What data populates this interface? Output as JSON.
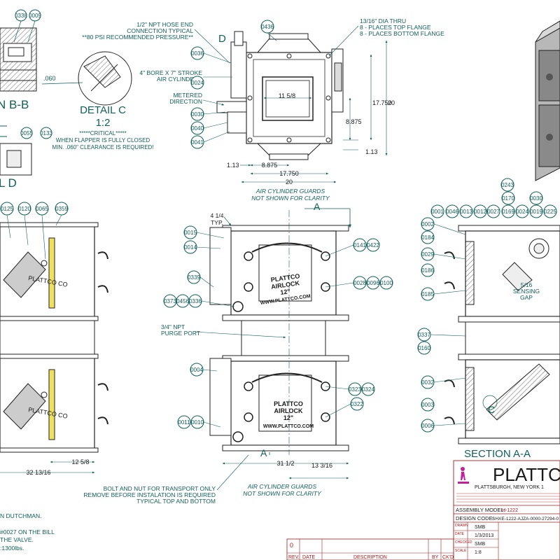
{
  "detail_c": {
    "title": "DETAIL C",
    "scale": "1:2",
    "dim_060": ".060",
    "note1": "*****CRITICAL*****",
    "note2": "WHEN FLAPPER IS FULLY CLOSED",
    "note3": "MIN. .060\" CLEARANCE IS REQUIRED!"
  },
  "section_bb": {
    "label": "N B-B"
  },
  "detail_d": {
    "label": "L D"
  },
  "top_view": {
    "hose_note1": "1/2\" NPT HOSE END",
    "hose_note2": "CONNECTION TYPICAL",
    "hose_note3": "**80 PSI RECOMMENDED PRESSURE**",
    "cyl_note1": "4\" BORE X 7\" STROKE",
    "cyl_note2": "AIR CYLINDERS",
    "metered1": "METERED",
    "metered2": "DIRECTION",
    "hole_note1": "13/16\" DIA THRU",
    "hole_note2": "8 - PLACES TOP FLANGE",
    "hole_note3": "8 - PLACES BOTTOM FLANGE",
    "dim_11_58": "11 5/8",
    "dim_17750_v": "17.750",
    "dim_20_v": "20",
    "dim_8875_v": "8.875",
    "dim_113_v": "1.13",
    "dim_113_h": "1.13",
    "dim_8875_h": "8.875",
    "dim_17750_h": "17.750",
    "dim_20_h": "20",
    "guards1": "AIR CYLINDER GUARDS",
    "guards2": "NOT SHOWN FOR CLARITY",
    "view_letter": "D"
  },
  "front_view": {
    "dim_414": "4 1/4",
    "typ": "TYP.",
    "section_arrow_top": "A",
    "section_arrow_bot": "A",
    "purge1": "3/4\" NPT",
    "purge2": "PURGE PORT",
    "plate_l1": "PLATTCO",
    "plate_l2": "AIRLOCK",
    "plate_l3": "12\"",
    "plate_l4": "WWW.PLATTCO.COM",
    "dim_31_12": "31 1/2",
    "dim_13_316": "13 3/16",
    "bolt1": "BOLT AND NUT FOR TRANSPORT ONLY",
    "bolt2": "REMOVE BEFORE INSTALATION IS REQUIRED",
    "bolt3": "TYPICAL TOP AND BOTTOM",
    "guards1": "AIR CYLINDER GUARDS",
    "guards2": "NOT SHOWN FOR CLARITY"
  },
  "side_view": {
    "dim_32_1316": "32 13/16",
    "dim_12_58": "12 5/8",
    "cutoff": "PLATTCO CO"
  },
  "section_aa": {
    "title": "SECTION A-A",
    "sensing1": "5/16",
    "sensing2": "SENSING",
    "sensing3": "GAP",
    "c_mark": "C"
  },
  "notes": {
    "line1": "N DUTCHMAN.",
    "line2": "#0027 ON THE BILL",
    "line3": "THE VALVE.",
    "line4": ":1300lbs."
  },
  "balloons": {
    "tl1": "0338",
    "tl2": "0009",
    "tl3": "0055",
    "tl4": "0133",
    "tv1": "0436",
    "tv2": "0036",
    "tv3": "0024",
    "tv4": "0030",
    "tv5": "0040",
    "tv6": "0041",
    "sv1": "0125",
    "sv2": "0120",
    "sv3": "0065",
    "sv4": "0359",
    "fv1": "0015",
    "fv2": "0014",
    "fv3": "0339",
    "fv4": "0373",
    "fv5": "0456",
    "fv6": "0336",
    "fv7": "0141",
    "fv8": "0422",
    "fv9": "0028",
    "fv10": "0096",
    "fv11": "0100",
    "fv12": "0004",
    "fv13": "0011",
    "fv14": "0010",
    "fv15": "0323",
    "fv16": "0324",
    "fv17": "0322",
    "sa1": "0243",
    "sa2": "0170",
    "sa3": "0030",
    "sa4": "0001",
    "sa5": "0046",
    "sa6": "0013",
    "sa7": "0012",
    "sa8": "0027",
    "sa9": "0169",
    "sa10": "0024",
    "sa11": "0019",
    "sa12": "0225",
    "sa13": "0002",
    "sa14": "0184",
    "sa15": "0029",
    "sa16": "0186",
    "sa17": "0185",
    "sa18": "0337",
    "sa19": "0160",
    "sa20": "0032",
    "sa21": "0003",
    "sa22": "0006"
  },
  "title_block": {
    "company": "PLATTC",
    "address": "PLATTSBURGH, NEW YORK 1",
    "model_label": "ASSEMBLY MODEL:",
    "model_value": "H-1222",
    "code_label": "DESIGN CODE:",
    "code_value": "SHXE-1222-AJZA-0000-27294-0",
    "drawn_label": "DRAWN",
    "drawn_value": "SMB",
    "date_label": "DATE",
    "date_value": "1/3/2013",
    "check_label": "CHECKED",
    "check_value": "SMB",
    "scale_label": "SCALE",
    "scale_value": "1:8",
    "rev_num": "0",
    "rev_label": "REV.",
    "date_col": "DATE",
    "desc_col": "DESCRIPTION",
    "by_col": "BY",
    "ck_col": "CK'D"
  },
  "colors": {
    "ink": "#0f5f5a",
    "line": "#1a1a1a",
    "pink": "#c0209a",
    "red": "#b01818"
  }
}
